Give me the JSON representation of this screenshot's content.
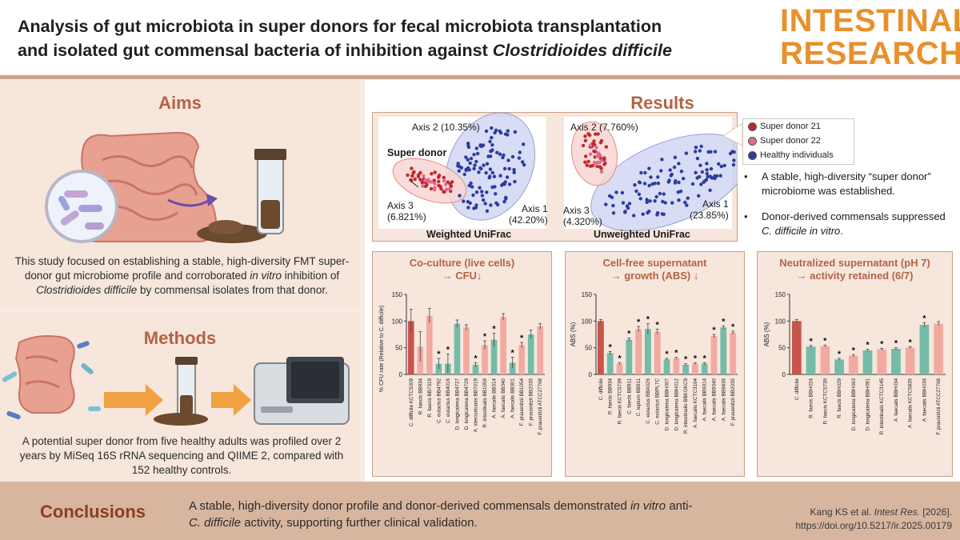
{
  "header": {
    "title_line1": "Analysis of gut microbiota in super donors for fecal microbiota transplantation",
    "title_line2_prefix": "and isolated gut commensal bacteria of inhibition against ",
    "title_line2_italic": "Clostridioides difficile",
    "journal_line1": "INTESTINAL",
    "journal_line2": "RESEARCH",
    "journal_color": "#e8912c"
  },
  "aims": {
    "title": "Aims",
    "text_a": "This study focused on establishing a stable, high-diversity FMT super-donor gut microbiome profile and corroborated ",
    "text_italic1": "in vitro",
    "text_b": " inhibition of ",
    "text_italic2": "Clostridioides difficile",
    "text_c": " by commensal isolates from that donor."
  },
  "methods": {
    "title": "Methods",
    "text": "A potential super donor from five healthy adults was profiled over 2 years by MiSeq 16S rRNA sequencing and QIIME 2, compared with 152 healthy controls."
  },
  "results": {
    "title": "Results",
    "pcoa": [
      {
        "name": "Weighted UniFrac",
        "axis1": "Axis 1",
        "axis1_pct": "(42.20%)",
        "axis2": "Axis 2 (10.35%)",
        "axis3": "Axis 3",
        "axis3_pct": "(6.821%)",
        "annotation": "Super donor"
      },
      {
        "name": "Unweighted UniFrac",
        "axis1": "Axis 1",
        "axis1_pct": "(23.85%)",
        "axis2": "Axis 2 (7.760%)",
        "axis3": "Axis 3",
        "axis3_pct": "(4.320%)"
      }
    ],
    "legend": [
      {
        "label": "Super donor 21",
        "color": "#c0272d"
      },
      {
        "label": "Super donor 22",
        "color": "#e26a8f"
      },
      {
        "label": "Healthy individuals",
        "color": "#2c3d9e"
      }
    ],
    "bullets": [
      {
        "text": "A stable, high-diversity “super donor” microbiome was established."
      },
      {
        "text_a": "Donor-derived commensals suppressed ",
        "text_italic": "C. difficile in vitro",
        "text_b": "."
      }
    ]
  },
  "colors": {
    "bar_reference": "#c9544a",
    "bar_pink": "#f2aaa0",
    "bar_teal": "#74bba8",
    "section_title": "#b46343",
    "accent_orange": "#e8912c"
  },
  "chart_data": [
    {
      "type": "bar",
      "title": "Co-culture (live cells) → CFU↓",
      "title_line1": "Co-culture (live cells)",
      "title_line2": "→ CFU↓",
      "ylabel": "% CFU rate (Relative to C. difficile)",
      "ylim": [
        0,
        150
      ],
      "yticks": [
        0,
        50,
        100,
        150
      ],
      "categories": [
        "C. difficile KCTC5009",
        "R. faecis BB934",
        "R. faecis BB7319",
        "C. eutactus BB4792",
        "C. eutactus BB4016",
        "D. longicatena BB4727",
        "D. longicatena BB4729",
        "A. stercoricanis BB7019",
        "R. intestinalis BB1059",
        "A. faecalis BB314",
        "A. faecalis BB340",
        "A. faecalis BB301",
        "F. prausnitzii BB1054",
        "F. prausnitzii BB2035",
        "F. prausnitzii ATCC27768"
      ],
      "values": [
        100,
        52,
        110,
        20,
        20,
        95,
        88,
        18,
        55,
        65,
        108,
        22,
        55,
        75,
        90
      ],
      "errors": [
        22,
        28,
        14,
        10,
        18,
        7,
        5,
        4,
        8,
        12,
        6,
        10,
        5,
        8,
        5
      ],
      "significant": [
        false,
        false,
        false,
        true,
        true,
        false,
        false,
        true,
        true,
        true,
        false,
        true,
        true,
        false,
        false
      ],
      "colors": [
        "ref",
        "pink",
        "pink",
        "teal",
        "teal",
        "teal",
        "pink",
        "teal",
        "pink",
        "teal",
        "pink",
        "teal",
        "pink",
        "teal",
        "pink"
      ]
    },
    {
      "type": "bar",
      "title": "Cell-free supernatant → growth (ABS) ↓",
      "title_line1": "Cell-free supernatant",
      "title_line2": "→ growth (ABS) ↓",
      "ylabel": "ABS (%)",
      "ylim": [
        0,
        150
      ],
      "yticks": [
        0,
        50,
        100,
        150
      ],
      "categories": [
        "C. difficile",
        "R. faecis BB934",
        "R. faecis KCTC5739",
        "C. faecis BB911",
        "C. leptum BB911",
        "C. eutactus BBA026",
        "C. eutactus BBPL7C",
        "D. longicatena BBH007",
        "D. longicatena BBH012",
        "R. intestinalis BBKGKC9",
        "A. faecalis KCTC3164",
        "A. faecalis BB9314",
        "A. faecalis BB9340",
        "A. faecalis BB9436",
        "F. prausnitzii BB2035",
        "F. prausnitzii ATCC27768"
      ],
      "values": [
        100,
        40,
        20,
        65,
        85,
        85,
        80,
        28,
        30,
        18,
        20,
        20,
        72,
        88,
        78
      ],
      "errors": [
        3,
        3,
        2,
        3,
        5,
        10,
        5,
        2,
        2,
        2,
        2,
        2,
        3,
        3,
        3
      ],
      "significant": [
        false,
        true,
        true,
        true,
        true,
        true,
        true,
        true,
        true,
        true,
        true,
        true,
        true,
        true,
        true
      ],
      "colors": [
        "ref",
        "teal",
        "pink",
        "teal",
        "pink",
        "teal",
        "pink",
        "teal",
        "pink",
        "teal",
        "pink",
        "teal",
        "pink",
        "teal",
        "pink"
      ]
    },
    {
      "type": "bar",
      "title": "Neutralized supernatant (pH 7) → activity retained (6/7)",
      "title_line1": "Neutralized supernatant (pH 7)",
      "title_line2": "→ activity retained (6/7)",
      "ylabel": "ABS (%)",
      "ylim": [
        0,
        150
      ],
      "yticks": [
        0,
        50,
        100,
        150
      ],
      "categories": [
        "C. difficile",
        "R. faecis BBH024",
        "R. faecis KCTC5739",
        "R. faecis BBH029",
        "D. longicatena BBH063",
        "D. longicatena BBH091",
        "R. intestinalis KCTC3145",
        "A. faecalis BBH034",
        "A. faecalis KCTC5835",
        "A. faecalis BBH036",
        "F. prausnitzii ATCC27768"
      ],
      "values": [
        100,
        52,
        53,
        28,
        35,
        45,
        47,
        48,
        50,
        93,
        95
      ],
      "errors": [
        3,
        2,
        2,
        2,
        2,
        2,
        2,
        2,
        2,
        4,
        4
      ],
      "significant": [
        false,
        true,
        true,
        true,
        true,
        true,
        true,
        true,
        true,
        true,
        false
      ],
      "colors": [
        "ref",
        "teal",
        "pink",
        "teal",
        "pink",
        "teal",
        "pink",
        "teal",
        "pink",
        "teal",
        "pink"
      ]
    }
  ],
  "conclusions": {
    "title": "Conclusions",
    "text_a": "A stable, high-diversity donor profile and donor-derived commensals demonstrated ",
    "text_italic": "in vitro",
    "text_b": " anti-",
    "text_italic2": "C. difficile",
    "text_c": " activity, supporting further clinical validation."
  },
  "citation": {
    "authors": "Kang KS et al. ",
    "journal": "Intest Res.",
    "year": " [2026].",
    "doi": "https://doi.org/10.5217/ir.2025.00179"
  }
}
